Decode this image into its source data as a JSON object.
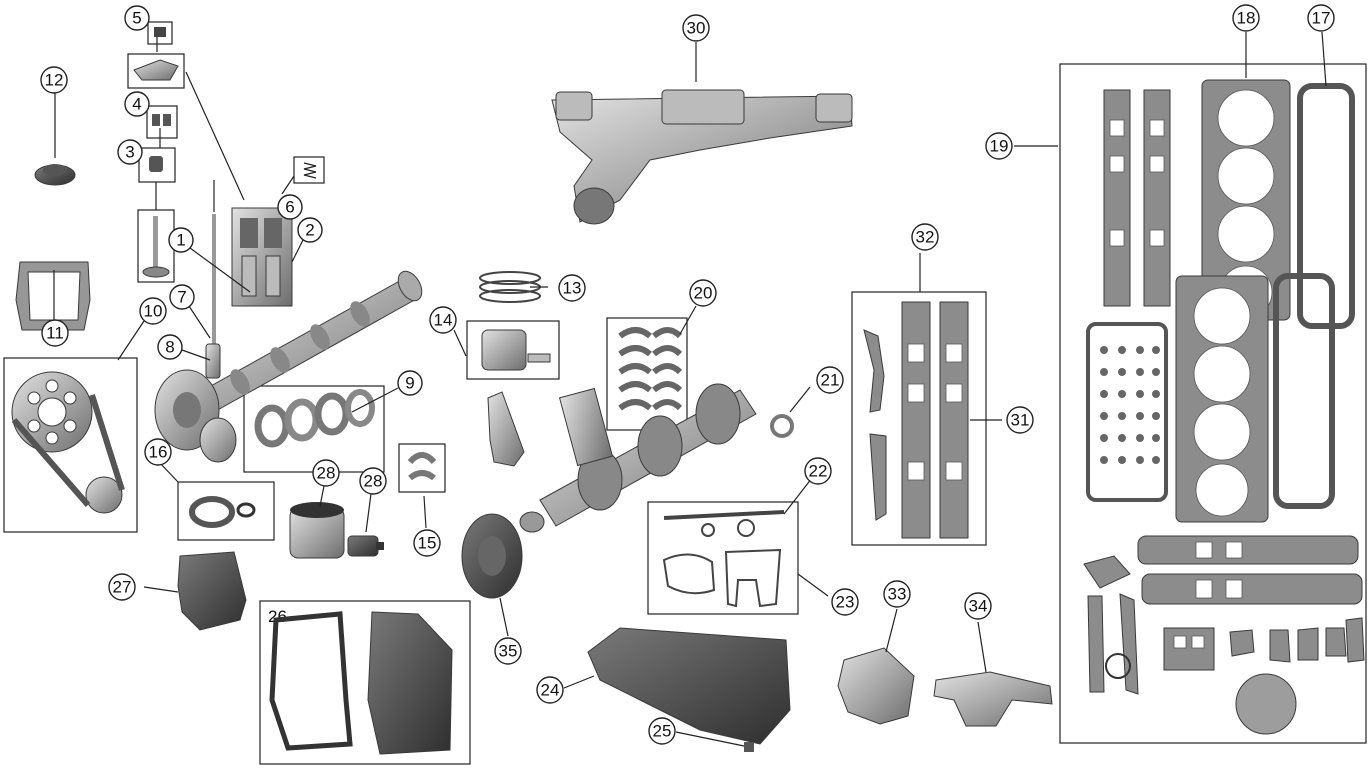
{
  "callouts": {
    "c1": "1",
    "c2": "2",
    "c3": "3",
    "c4": "4",
    "c5": "5",
    "c6": "6",
    "c7": "7",
    "c8": "8",
    "c9": "9",
    "c10": "10",
    "c11": "11",
    "c12": "12",
    "c13": "13",
    "c14": "14",
    "c15": "15",
    "c16": "16",
    "c17": "17",
    "c18": "18",
    "c19": "19",
    "c20": "20",
    "c21": "21",
    "c22": "22",
    "c23": "23",
    "c24": "24",
    "c25": "25",
    "c26": "26",
    "c27": "27",
    "c28a": "28",
    "c28b": "28",
    "c30": "30",
    "c31": "31",
    "c32": "32",
    "c33": "33",
    "c34": "34",
    "c35": "35"
  },
  "colors": {
    "line": "#222222",
    "gasket": "#8c8c8c",
    "metal_light": "#c9c9c9",
    "metal_dark": "#4a4a4a",
    "background": "#ffffff"
  }
}
